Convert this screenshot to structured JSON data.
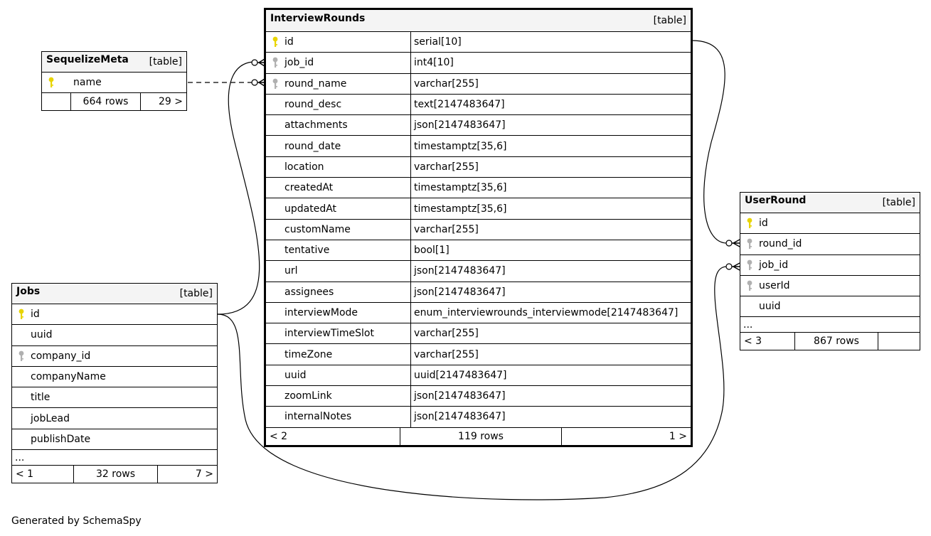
{
  "icons": {
    "primary_key": "gold-key-icon",
    "foreign_key": "grey-key-icon"
  },
  "colors": {
    "primary_key": "#e8d400",
    "foreign_key": "#b0b0b0",
    "header_bg": "#f4f4f4"
  },
  "caption": "Generated by SchemaSpy",
  "tables": {
    "sequelize_meta": {
      "name": "SequelizeMeta",
      "type": "[table]",
      "columns": [
        {
          "name": "name",
          "key": "pk"
        }
      ],
      "footer": {
        "left": "",
        "rows": "664 rows",
        "right": "29 >"
      }
    },
    "interview_rounds": {
      "name": "InterviewRounds",
      "type": "[table]",
      "columns": [
        {
          "name": "id",
          "type": "serial[10]",
          "key": "pk"
        },
        {
          "name": "job_id",
          "type": "int4[10]",
          "key": "fk"
        },
        {
          "name": "round_name",
          "type": "varchar[255]",
          "key": "fk"
        },
        {
          "name": "round_desc",
          "type": "text[2147483647]",
          "key": ""
        },
        {
          "name": "attachments",
          "type": "json[2147483647]",
          "key": ""
        },
        {
          "name": "round_date",
          "type": "timestamptz[35,6]",
          "key": ""
        },
        {
          "name": "location",
          "type": "varchar[255]",
          "key": ""
        },
        {
          "name": "createdAt",
          "type": "timestamptz[35,6]",
          "key": ""
        },
        {
          "name": "updatedAt",
          "type": "timestamptz[35,6]",
          "key": ""
        },
        {
          "name": "customName",
          "type": "varchar[255]",
          "key": ""
        },
        {
          "name": "tentative",
          "type": "bool[1]",
          "key": ""
        },
        {
          "name": "url",
          "type": "json[2147483647]",
          "key": ""
        },
        {
          "name": "assignees",
          "type": "json[2147483647]",
          "key": ""
        },
        {
          "name": "interviewMode",
          "type": "enum_interviewrounds_interviewmode[2147483647]",
          "key": ""
        },
        {
          "name": "interviewTimeSlot",
          "type": "varchar[255]",
          "key": ""
        },
        {
          "name": "timeZone",
          "type": "varchar[255]",
          "key": ""
        },
        {
          "name": "uuid",
          "type": "uuid[2147483647]",
          "key": ""
        },
        {
          "name": "zoomLink",
          "type": "json[2147483647]",
          "key": ""
        },
        {
          "name": "internalNotes",
          "type": "json[2147483647]",
          "key": ""
        }
      ],
      "footer": {
        "left": "< 2",
        "rows": "119 rows",
        "right": "1 >"
      }
    },
    "user_round": {
      "name": "UserRound",
      "type": "[table]",
      "columns": [
        {
          "name": "id",
          "key": "pk"
        },
        {
          "name": "round_id",
          "key": "fk"
        },
        {
          "name": "job_id",
          "key": "fk"
        },
        {
          "name": "userId",
          "key": "fk"
        },
        {
          "name": "uuid",
          "key": ""
        }
      ],
      "ellipsis": "...",
      "footer": {
        "left": "< 3",
        "rows": "867 rows",
        "right": ""
      }
    },
    "jobs": {
      "name": "Jobs",
      "type": "[table]",
      "columns": [
        {
          "name": "id",
          "key": "pk"
        },
        {
          "name": "uuid",
          "key": ""
        },
        {
          "name": "company_id",
          "key": "fk"
        },
        {
          "name": "companyName",
          "key": ""
        },
        {
          "name": "title",
          "key": ""
        },
        {
          "name": "jobLead",
          "key": ""
        },
        {
          "name": "publishDate",
          "key": ""
        }
      ],
      "ellipsis": "...",
      "footer": {
        "left": "< 1",
        "rows": "32 rows",
        "right": "7 >"
      }
    }
  }
}
